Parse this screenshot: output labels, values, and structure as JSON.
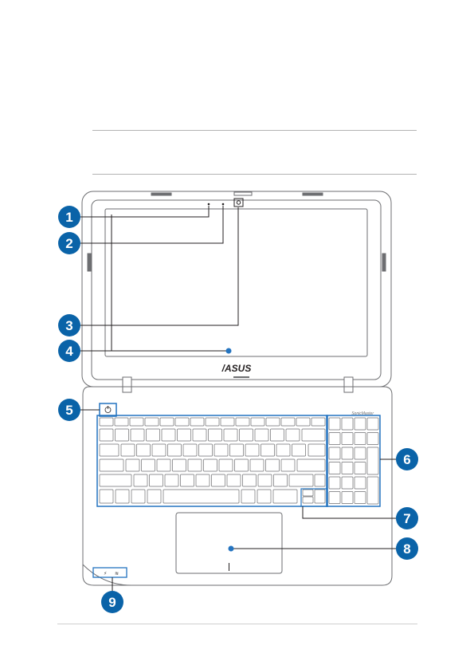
{
  "figure": {
    "brand_logo": "/ASUS",
    "sonic_master": "SonicMaster",
    "callouts": [
      "1",
      "2",
      "3",
      "4",
      "5",
      "6",
      "7",
      "8",
      "9"
    ]
  },
  "colors": {
    "callout_fill": "#0a63a8",
    "highlight_blue": "#2474c0",
    "line_gray": "#6d6e71"
  }
}
